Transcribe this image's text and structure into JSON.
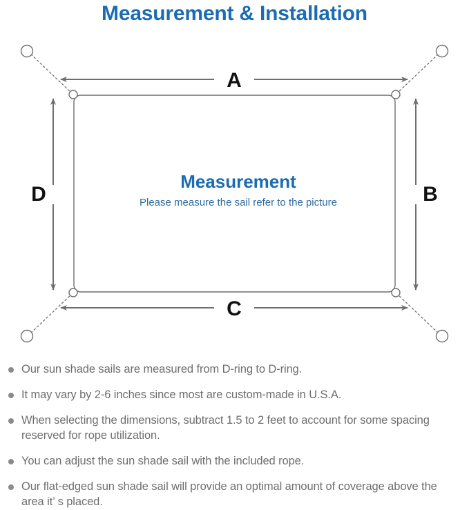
{
  "header": {
    "title": "Measurement & Installation",
    "title_color": "#1b6cb3"
  },
  "diagram": {
    "name": "sun-shade-sail-measurement-diagram",
    "center": {
      "title": "Measurement",
      "subtitle": "Please measure the sail refer to the picture",
      "title_color": "#1b6cb3",
      "subtitle_color": "#2f6c9e"
    },
    "dimension_labels": {
      "top": "A",
      "right": "B",
      "bottom": "C",
      "left": "D"
    },
    "line_color": "#6e6e6e",
    "sail_outline_color": "#6e6e6e",
    "anchor_count": 4,
    "dring_count": 4
  },
  "notes": {
    "bullet_color": "#8a8a8a",
    "text_color": "#6e6e6e",
    "items": [
      "Our sun shade sails are measured from D-ring to D-ring.",
      "It may vary by 2-6 inches since most are custom-made in U.S.A.",
      "When selecting the dimensions, subtract 1.5 to 2 feet to account for some spacing reserved for rope utilization.",
      "You can adjust the sun shade sail with the included rope.",
      "Our flat-edged sun shade sail will provide an optimal amount of coverage above the area it’ s placed."
    ]
  }
}
